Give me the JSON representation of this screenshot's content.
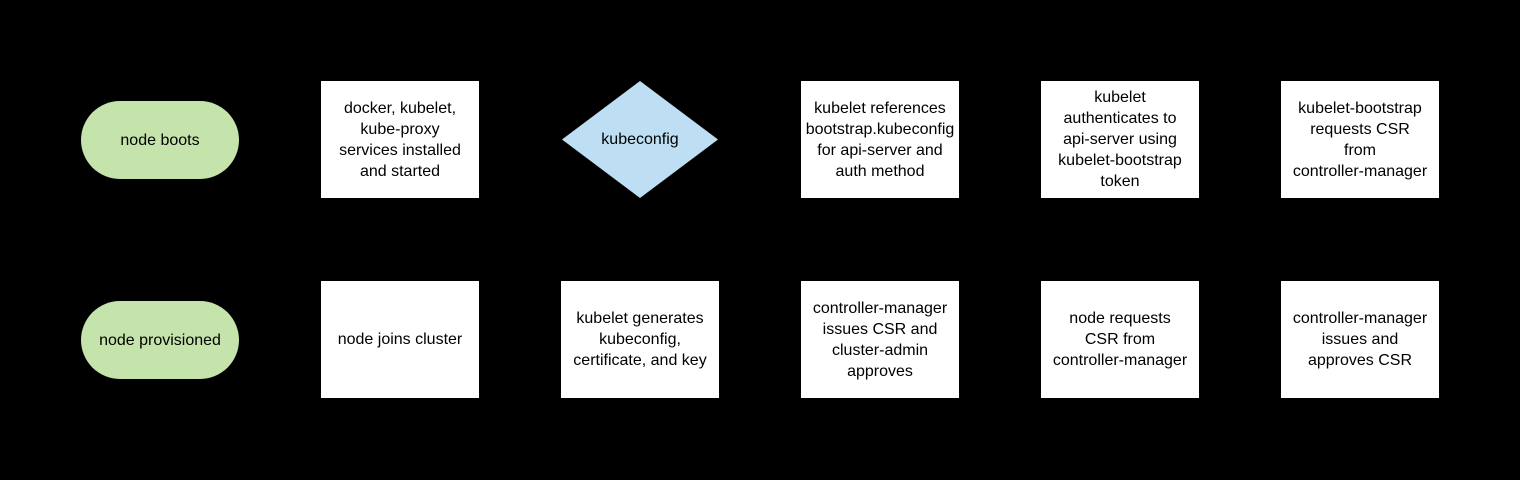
{
  "colors": {
    "background": "#000000",
    "terminator_fill": "#c5e4ab",
    "process_fill": "#ffffff",
    "decision_fill": "#bedff3",
    "text": "#000000"
  },
  "diagram": {
    "rows": [
      {
        "nodes": [
          {
            "type": "terminator",
            "label": "node boots"
          },
          {
            "type": "process",
            "label": "docker, kubelet,\nkube-proxy\nservices installed\nand started"
          },
          {
            "type": "decision",
            "label": "kubeconfig"
          },
          {
            "type": "process",
            "label": "kubelet references\nbootstrap.kubeconfig\nfor api-server and\nauth method"
          },
          {
            "type": "process",
            "label": "kubelet\nauthenticates to\napi-server using\nkubelet-bootstrap\ntoken"
          },
          {
            "type": "process",
            "label": "kubelet-bootstrap\nrequests CSR\nfrom\ncontroller-manager"
          }
        ]
      },
      {
        "nodes": [
          {
            "type": "terminator",
            "label": "node provisioned"
          },
          {
            "type": "process",
            "label": "node joins cluster"
          },
          {
            "type": "process",
            "label": "kubelet generates\nkubeconfig,\ncertificate, and key"
          },
          {
            "type": "process",
            "label": "controller-manager\nissues CSR and\ncluster-admin\napproves"
          },
          {
            "type": "process",
            "label": "node requests\nCSR from\ncontroller-manager"
          },
          {
            "type": "process",
            "label": "controller-manager\nissues and\napproves CSR"
          }
        ]
      }
    ]
  }
}
